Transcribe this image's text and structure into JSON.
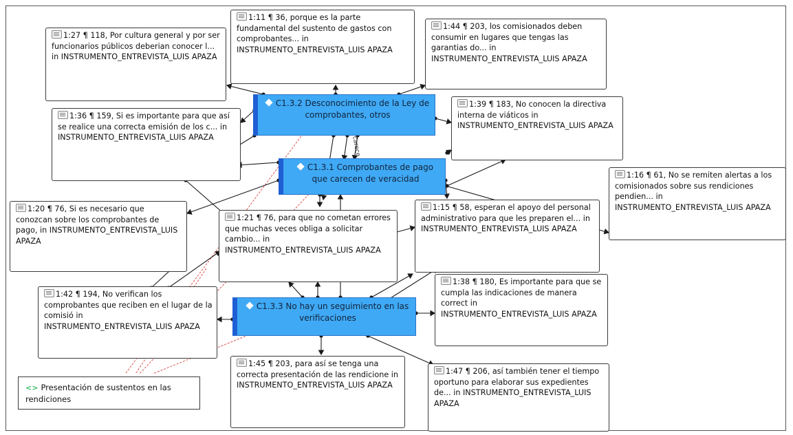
{
  "codes": {
    "c132": {
      "label": "C1.3.2 Desconocimiento de la Ley de comprobantes, otros",
      "icon": "code-diamond-icon"
    },
    "c131": {
      "label": "C1.3.1 Comprobantes de pago que carecen de veracidad",
      "icon": "code-diamond-icon"
    },
    "c133": {
      "label": "C1.3.3 No hay un seguimiento en las verificaciones",
      "icon": "code-diamond-icon"
    }
  },
  "family": {
    "label": "Presentación de sustentos en las rendiciones",
    "icon": "code-group-icon"
  },
  "edge_label": "carece d",
  "quotes": {
    "q27": "1:27 ¶ 118, Por cultura general y por ser funcionarios públicos deberian conocer l... in INSTRUMENTO_ENTREVISTA_LUIS APAZA",
    "q11": "1:11 ¶ 36, porque es la parte fundamental del sustento de gastos con comprobantes... in INSTRUMENTO_ENTREVISTA_LUIS APAZA",
    "q44": "1:44 ¶ 203, los comisionados deben consumir en lugares que tengas las garantias do... in INSTRUMENTO_ENTREVISTA_LUIS APAZA",
    "q36": "1:36 ¶ 159, Si es importante para que así se realice una correcta emisión de los c... in INSTRUMENTO_ENTREVISTA_LUIS APAZA",
    "q39": "1:39 ¶ 183, No conocen la directiva interna de viáticos in INSTRUMENTO_ENTREVISTA_LUIS APAZA",
    "q16": "1:16 ¶ 61, No se remiten alertas a los comisionados sobre sus rendiciones pendien... in INSTRUMENTO_ENTREVISTA_LUIS APAZA",
    "q20": "1:20 ¶ 76, Si es necesario que conozcan sobre los comprobantes de pago, in INSTRUMENTO_ENTREVISTA_LUIS APAZA",
    "q21": "1:21 ¶ 76, para que no cometan errores que muchas veces obliga a solicitar cambio... in INSTRUMENTO_ENTREVISTA_LUIS APAZA",
    "q15": "1:15 ¶ 58, esperan el apoyo del personal administrativo para que les preparen el... in INSTRUMENTO_ENTREVISTA_LUIS APAZA",
    "q38": "1:38 ¶ 180, Es importante para que se cumpla las indicaciones de manera correct in INSTRUMENTO_ENTREVISTA_LUIS APAZA",
    "q42": "1:42 ¶ 194, No verifican los comprobantes que reciben en el lugar de la comisió in INSTRUMENTO_ENTREVISTA_LUIS APAZA",
    "q45": "1:45 ¶ 203, para así se tenga una correcta presentación de las rendicione in INSTRUMENTO_ENTREVISTA_LUIS APAZA",
    "q47": "1:47 ¶ 206, así también tener el tiempo oportuno para elaborar sus expedientes de... in INSTRUMENTO_ENTREVISTA_LUIS APAZA"
  },
  "colors": {
    "code_fill": "#3fa9f5",
    "code_bar": "#1f5fd4",
    "edge": "#1a1a1a",
    "family_edge": "#d9534f"
  }
}
